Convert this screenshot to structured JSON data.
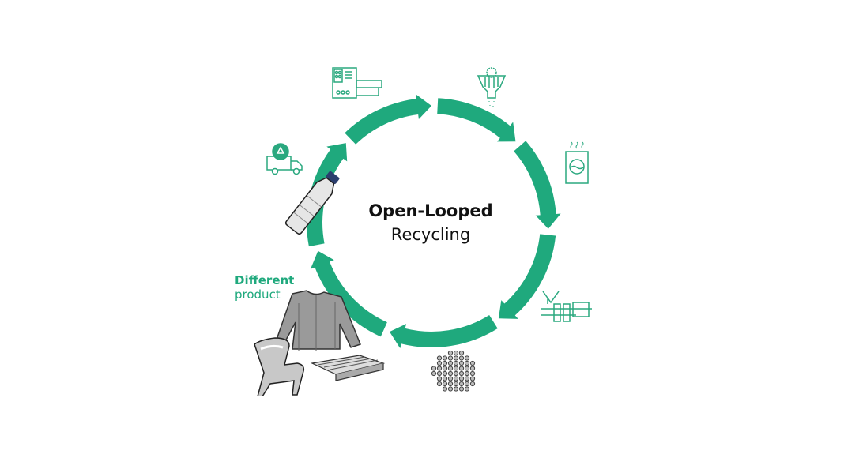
{
  "title": {
    "line1": "Open-Looped",
    "line2": "Recycling"
  },
  "label": {
    "line1": "Different",
    "line2": "product"
  },
  "colors": {
    "accent": "#1fa97d",
    "icon": "#2aa87f"
  },
  "icons": [
    "recycling-truck",
    "sorting-machine",
    "shredder",
    "washing-machine",
    "extruder",
    "pellets",
    "plastic-bottle",
    "different-products"
  ]
}
